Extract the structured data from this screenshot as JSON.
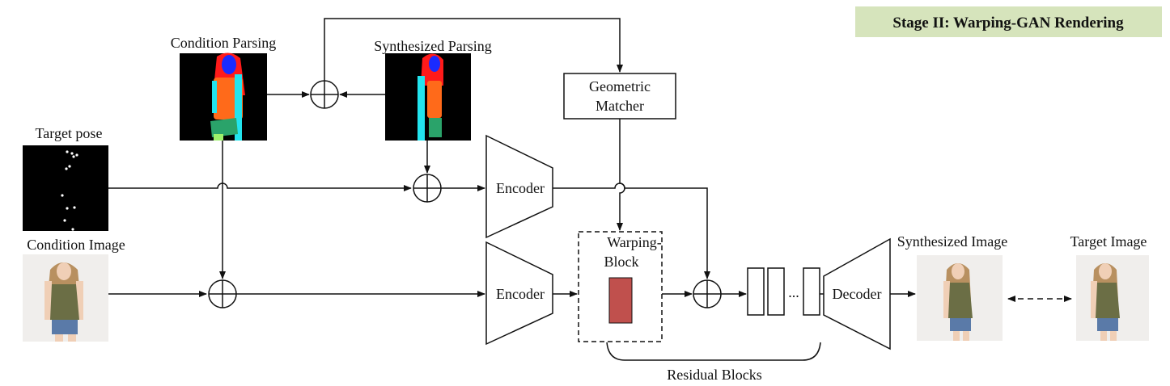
{
  "stage": {
    "title": "Stage II: Warping-GAN Rendering",
    "bg_color": "#d6e4bc"
  },
  "labels": {
    "condition_parsing": "Condition Parsing",
    "synthesized_parsing": "Synthesized Parsing",
    "target_pose": "Target pose",
    "condition_image": "Condition Image",
    "geometric_matcher_line1": "Geometric",
    "geometric_matcher_line2": "Matcher",
    "encoder_top": "Encoder",
    "encoder_bottom": "Encoder",
    "warping_block_line1": "Warping-",
    "warping_block_line2": "Block",
    "decoder": "Decoder",
    "ellipsis": "...",
    "residual_blocks": "Residual Blocks",
    "synthesized_image": "Synthesized Image",
    "target_image": "Target Image"
  },
  "colors": {
    "warp_block_fill": "#c0504d",
    "parsing_bg": "#000000",
    "hair": "#ff1a1a",
    "face": "#1a2bff",
    "top": "#ff6a1a",
    "arms": "#22e4ee",
    "shorts": "#2aa36a",
    "skin_photo": "#f0cfb6",
    "shirt_photo": "#6b6e45",
    "jeans_photo": "#5a7aa8",
    "hair_photo": "#b89060",
    "photo_bg": "#f0eeec"
  }
}
